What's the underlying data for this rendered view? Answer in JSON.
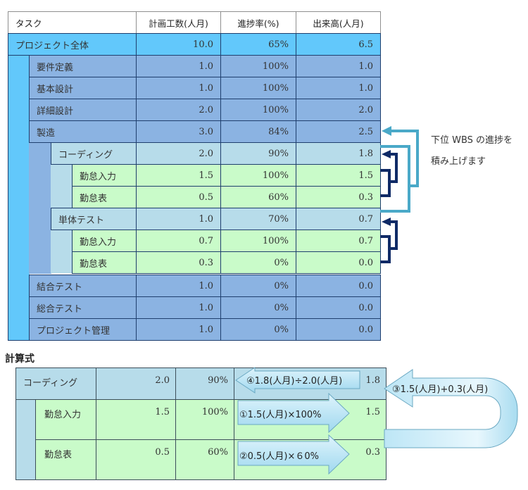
{
  "wbs_table": {
    "headers": [
      "タスク",
      "計画工数(人月)",
      "進捗率(%)",
      "出来高(人月)"
    ],
    "rows": [
      {
        "task": "プロジェクト全体",
        "level": 0,
        "planned": "10.0",
        "progress": "65%",
        "earned": "6.5"
      },
      {
        "task": "要件定義",
        "level": 1,
        "planned": "1.0",
        "progress": "100%",
        "earned": "1.0"
      },
      {
        "task": "基本設計",
        "level": 1,
        "planned": "1.0",
        "progress": "100%",
        "earned": "1.0"
      },
      {
        "task": "詳細設計",
        "level": 1,
        "planned": "2.0",
        "progress": "100%",
        "earned": "2.0"
      },
      {
        "task": "製造",
        "level": 1,
        "planned": "3.0",
        "progress": "84%",
        "earned": "2.5"
      },
      {
        "task": "コーディング",
        "level": 2,
        "planned": "2.0",
        "progress": "90%",
        "earned": "1.8"
      },
      {
        "task": "勤怠入力",
        "level": 3,
        "planned": "1.5",
        "progress": "100%",
        "earned": "1.5"
      },
      {
        "task": "勤怠表",
        "level": 3,
        "planned": "0.5",
        "progress": "60%",
        "earned": "0.3"
      },
      {
        "task": "単体テスト",
        "level": 2,
        "planned": "1.0",
        "progress": "70%",
        "earned": "0.7"
      },
      {
        "task": "勤怠入力",
        "level": 3,
        "planned": "0.7",
        "progress": "100%",
        "earned": "0.7"
      },
      {
        "task": "勤怠表",
        "level": 3,
        "planned": "0.3",
        "progress": "0%",
        "earned": "0.0"
      },
      {
        "task": "結合テスト",
        "level": 1,
        "planned": "1.0",
        "progress": "0%",
        "earned": "0.0"
      },
      {
        "task": "総合テスト",
        "level": 1,
        "planned": "1.0",
        "progress": "0%",
        "earned": "0.0"
      },
      {
        "task": "プロジェクト管理",
        "level": 1,
        "planned": "1.0",
        "progress": "0%",
        "earned": "0.0"
      }
    ]
  },
  "annotation": {
    "line1": "下位 WBS の進捗を",
    "line2": "積み上げます"
  },
  "formula_section": {
    "title": "計算式",
    "rows": [
      {
        "task": "コーディング",
        "planned": "2.0",
        "progress": "90%",
        "earned": "1.8"
      },
      {
        "task": "勤怠入力",
        "planned": "1.5",
        "progress": "100%",
        "earned": "1.5"
      },
      {
        "task": "勤怠表",
        "planned": "0.5",
        "progress": "60%",
        "earned": "0.3"
      }
    ],
    "formulas": {
      "step1": "①1.5(人月)×100%",
      "step2": "②0.5(人月)×６0%",
      "step3": "③1.5(人月)+0.3(人月)",
      "step4": "④1.8(人月)÷2.0(人月)"
    }
  },
  "colors": {
    "level0": "#62c8fb",
    "level1": "#8bb3e2",
    "level2": "#b7dcea",
    "level3": "#c9fbc9",
    "arrow_light": "#4aa9c8",
    "arrow_dark": "#0f2a66"
  }
}
